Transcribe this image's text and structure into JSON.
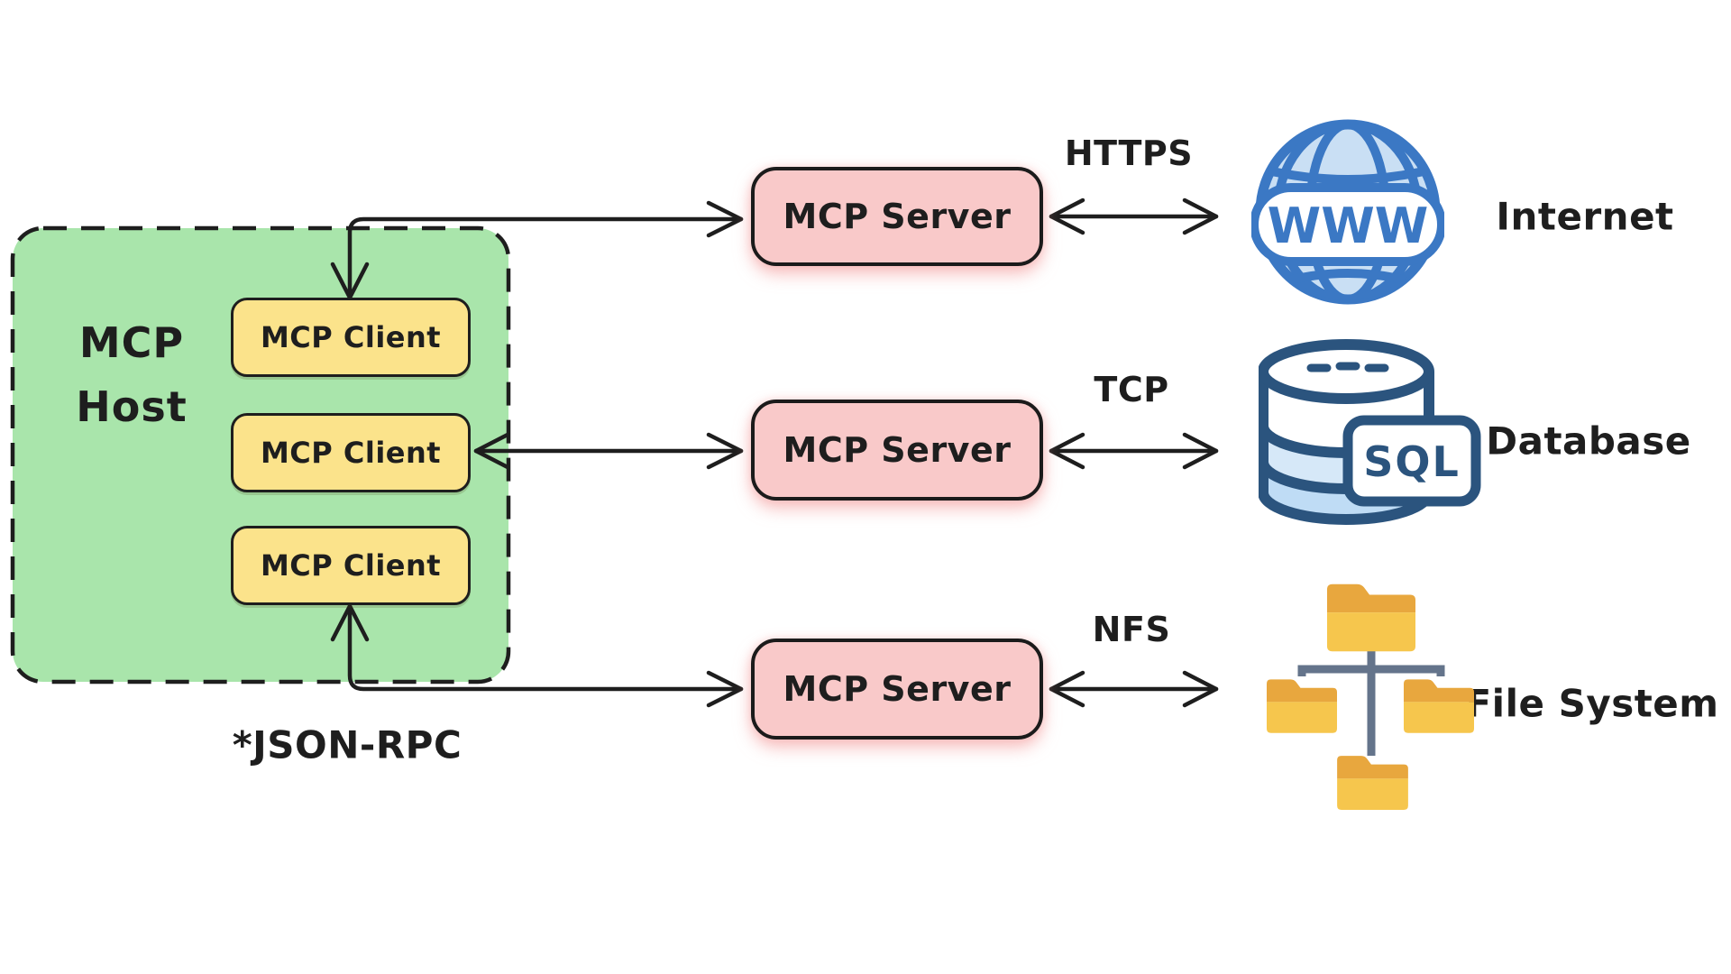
{
  "diagram": {
    "host": {
      "title_lines": [
        "MCP",
        "Host"
      ],
      "clients": [
        {
          "label": "MCP Client"
        },
        {
          "label": "MCP Client"
        },
        {
          "label": "MCP Client"
        }
      ],
      "footnote": "*JSON-RPC"
    },
    "servers": [
      {
        "label": "MCP Server"
      },
      {
        "label": "MCP Server"
      },
      {
        "label": "MCP Server"
      }
    ],
    "connections": [
      {
        "transport": "HTTPS",
        "endpoint": "Internet",
        "icon": "globe-www-icon"
      },
      {
        "transport": "TCP",
        "endpoint": "Database",
        "icon": "database-sql-icon"
      },
      {
        "transport": "NFS",
        "endpoint": "File System",
        "icon": "folder-tree-icon"
      }
    ],
    "globe_label": "WWW",
    "sql_badge": "SQL",
    "colors": {
      "host_fill": "#A9E5AB",
      "client_fill": "#FBE38B",
      "server_fill": "#F9C9C9",
      "stroke": "#1E1E1E",
      "globe_blue": "#3B78C4",
      "globe_fill": "#C9DFF4",
      "db_navy": "#2B547E",
      "db_band_pale": "#D6E8F8",
      "db_band_medium": "#BFDCF5",
      "folder_dark": "#E8A73E",
      "folder_light": "#F6C64D",
      "tree_connector": "#64748B"
    }
  }
}
